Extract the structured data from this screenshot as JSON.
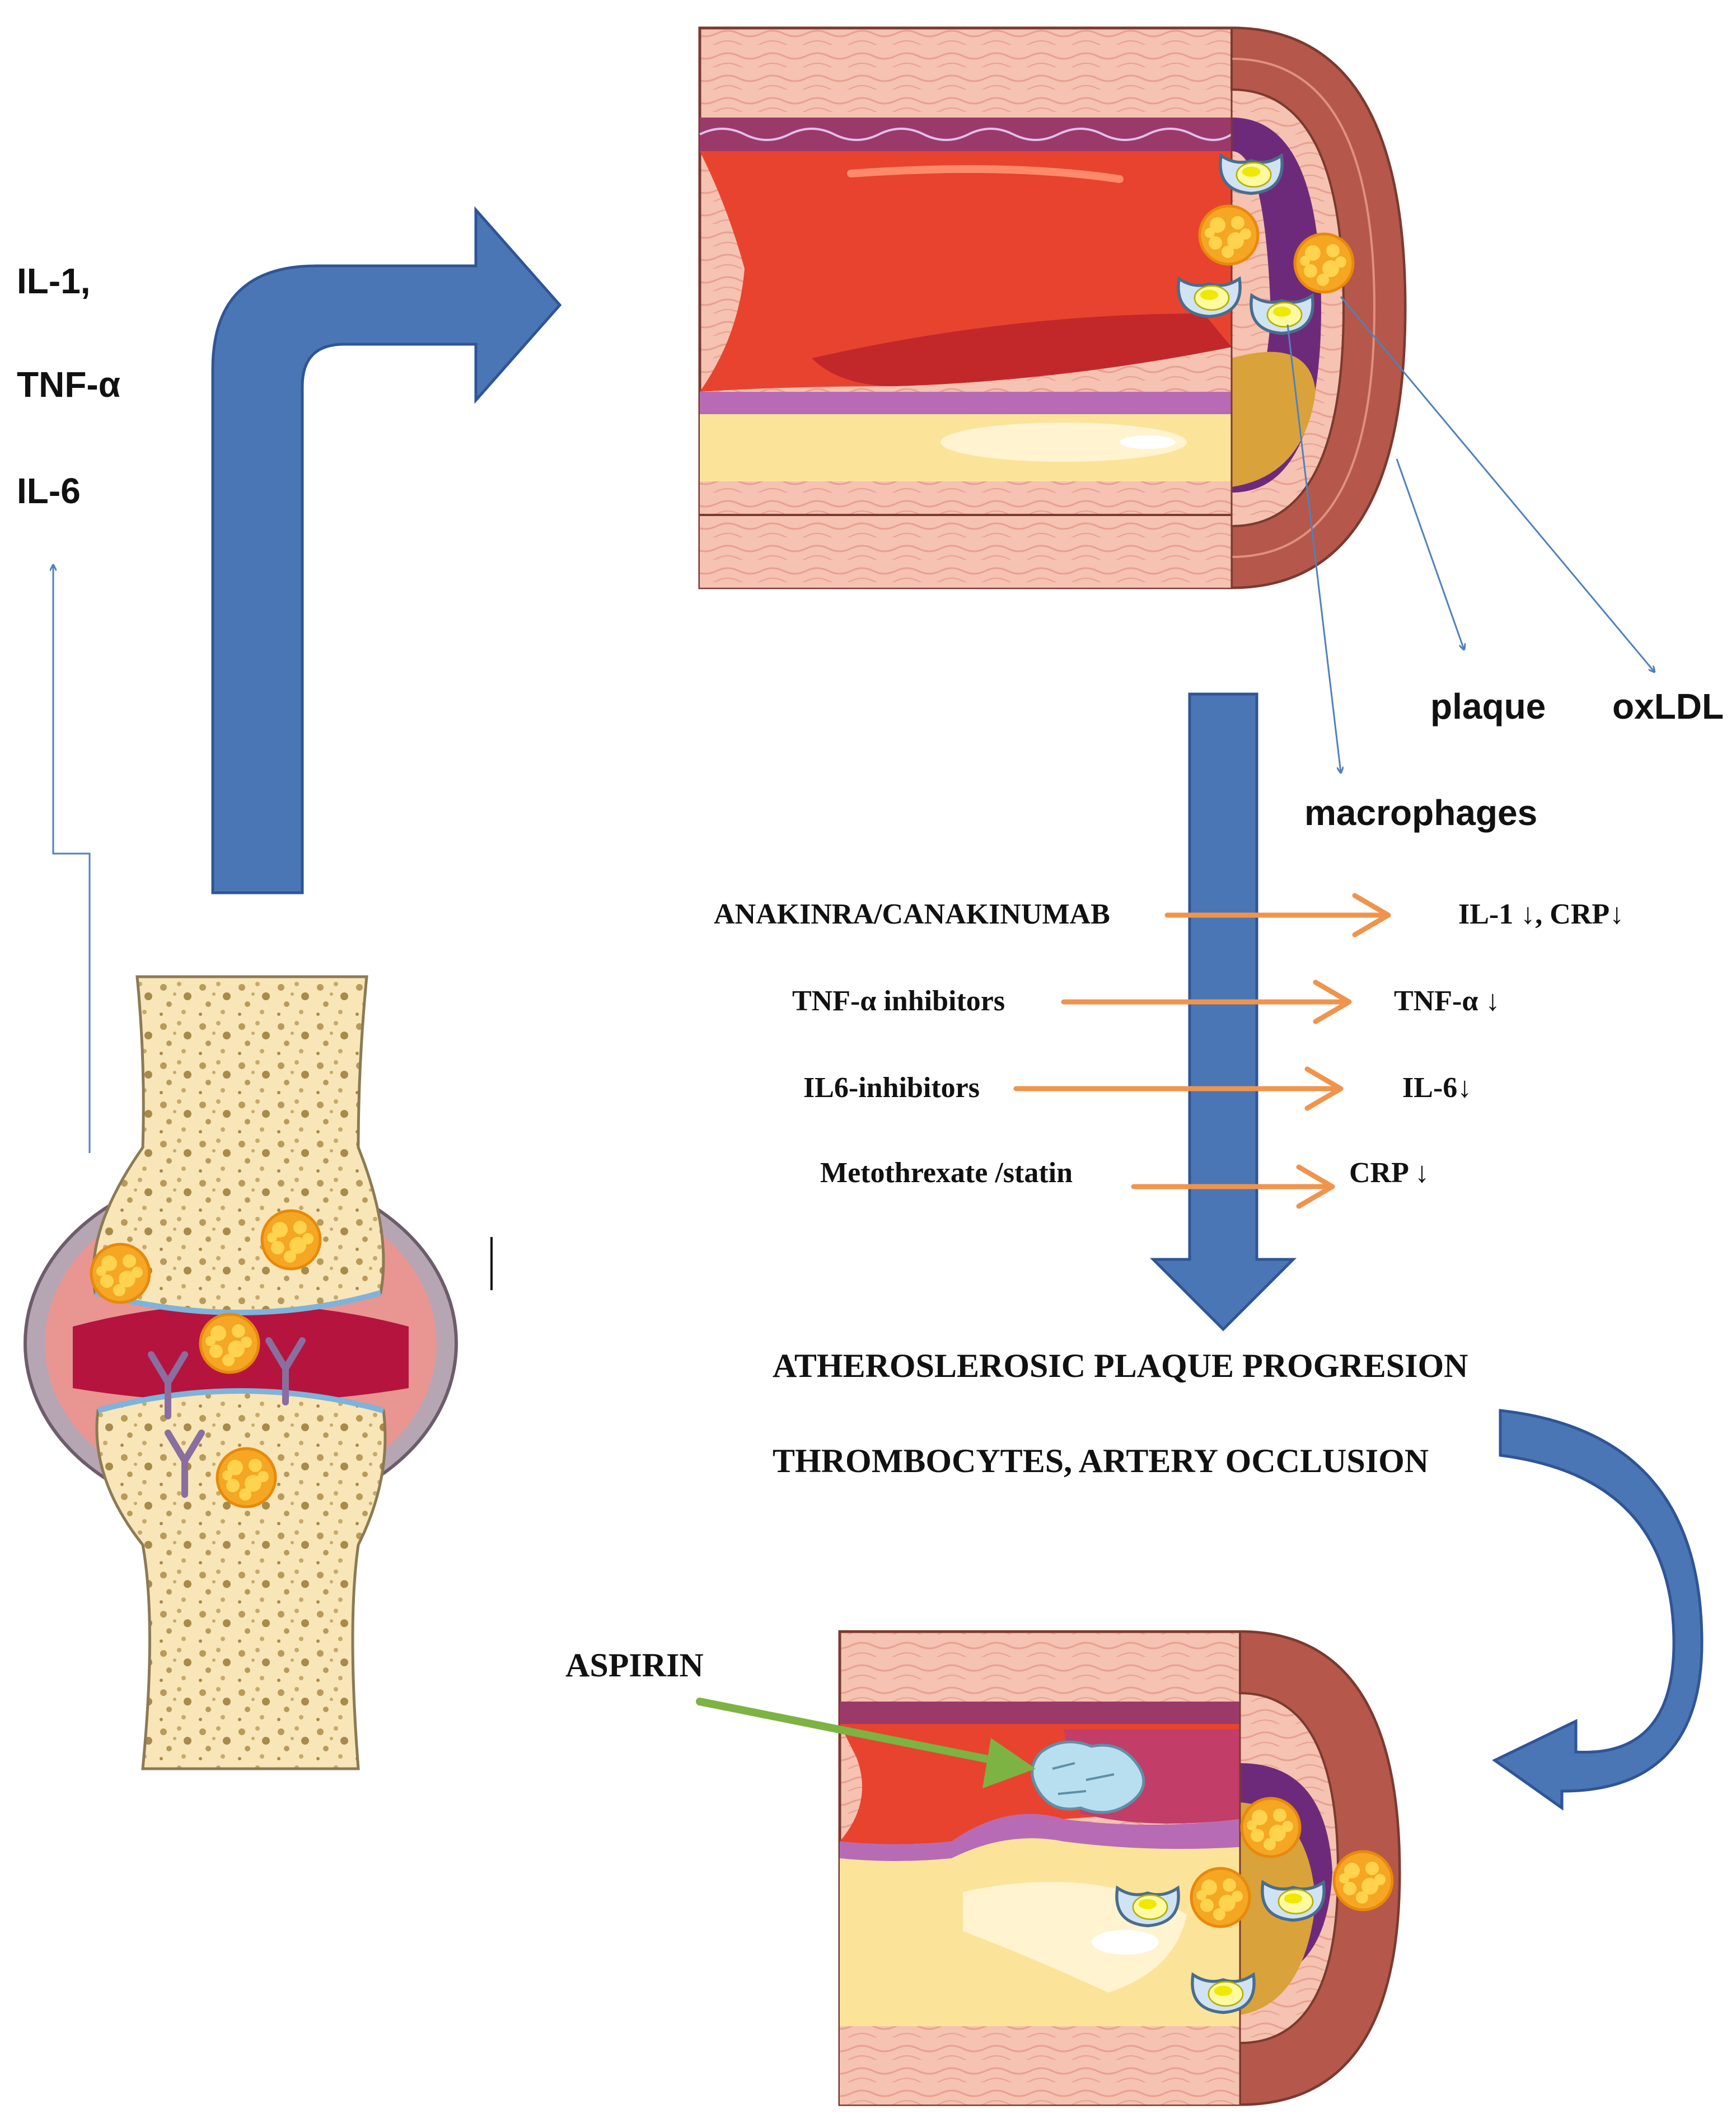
{
  "cytokines": [
    "IL-1,",
    "TNF-α",
    "IL-6"
  ],
  "labels": {
    "plaque": "plaque",
    "oxldl": "oxLDL",
    "macrophages": "macrophages"
  },
  "treatments": [
    {
      "drug": "ANAKINRA/CANAKINUMAB",
      "effect": "IL-1 ↓, CRP↓"
    },
    {
      "drug": "TNF-α inhibitors",
      "effect": "TNF-α ↓"
    },
    {
      "drug": "IL6-inhibitors",
      "effect": "IL-6↓"
    },
    {
      "drug": "Metothrexate /statin",
      "effect": "CRP ↓"
    }
  ],
  "outcomes": {
    "progression": "ATHEROSLEROSIC PLAQUE PROGRESION",
    "occlusion": "THROMBOCYTES, ARTERY OCCLUSION"
  },
  "aspirin": "ASPIRIN",
  "colors": {
    "big_arrow": "#4a76b5",
    "big_arrow_stroke": "#2f5597",
    "thin_arrow": "#4f81bd",
    "orange_arrow": "#f0944d",
    "green_arrow": "#7cb342",
    "lumen_red": "#e8432e",
    "intima_purple": "#8b2a6b",
    "vessel_wall_pink": "#f4b8a6",
    "plaque_yellow": "#fbe49a",
    "plaque_gold": "#d9a23a",
    "bone": "#f8e6b8",
    "foam_cell": "#f5a623"
  },
  "icons": [
    "joint-illustration",
    "artery-illustration",
    "occluded-artery-illustration",
    "foam-cell-icon",
    "macrophage-icon",
    "platelet-clot-icon"
  ]
}
